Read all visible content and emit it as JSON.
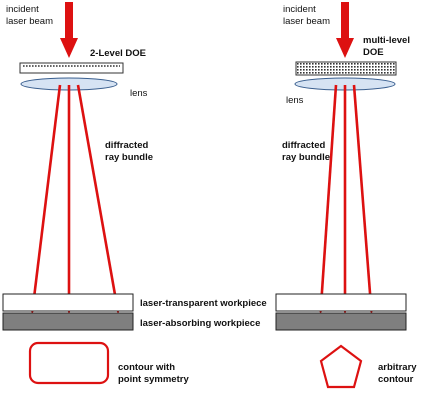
{
  "left": {
    "incident_beam_label": [
      "incident",
      "laser beam"
    ],
    "doe_label": [
      "2-Level DOE"
    ],
    "lens_label": [
      "lens"
    ],
    "diffracted_label": [
      "diffracted",
      "ray bundle"
    ],
    "transparent_workpiece_label": [
      "laser-transparent workpiece"
    ],
    "absorbing_workpiece_label": [
      "laser-absorbing workpiece"
    ],
    "contour_label": [
      "contour with",
      "point symmetry"
    ]
  },
  "right": {
    "incident_beam_label": [
      "incident",
      "laser beam"
    ],
    "doe_label": [
      "multi-level",
      "DOE"
    ],
    "lens_label": [
      "lens"
    ],
    "diffracted_label": [
      "diffracted",
      "ray bundle"
    ],
    "contour_label": [
      "arbitrary",
      "contour"
    ]
  },
  "colors": {
    "beam": "#dd1111",
    "lens_fill": "#d6e3f3",
    "lens_stroke": "#3a5f8f",
    "doe_stroke": "#333333",
    "workpiece_transparent": "#ffffff",
    "workpiece_absorbing": "#7f7f7f",
    "outline": "#222222"
  }
}
